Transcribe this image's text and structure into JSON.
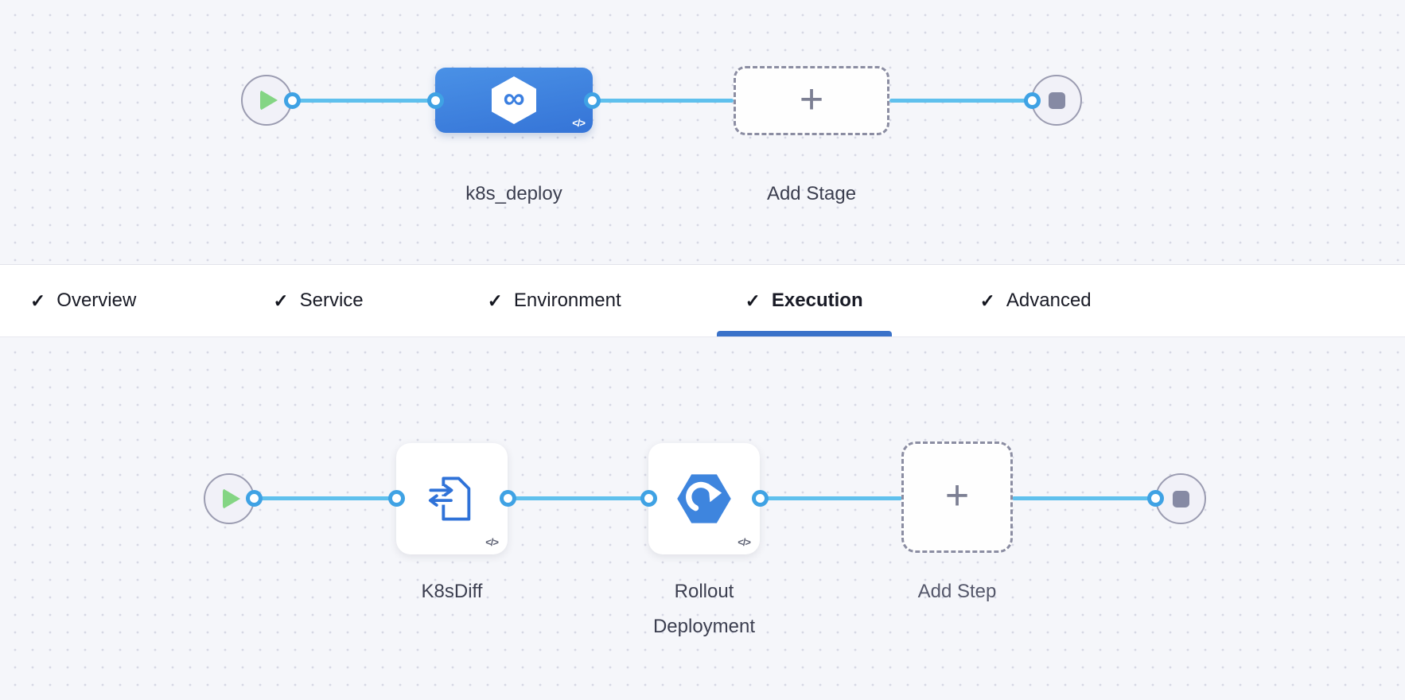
{
  "colors": {
    "stage_blue_top": "#4a91e6",
    "stage_blue_bottom": "#3574d7",
    "edge_blue": "#5fc0ed",
    "connector_ring_blue": "#3fa2e4",
    "tab_underline_blue": "#3a72c9",
    "play_green": "#84d584",
    "stop_gray": "#868aa4",
    "step_icon_blue": "#2f72d8",
    "rollout_hexagon_blue": "#3e85de",
    "canvas_background": "#f5f6fa",
    "label_dark": "#3b3e4f"
  },
  "glyphs": {
    "check": "✓",
    "plus": "+",
    "infinity": "∞",
    "code": "</>"
  },
  "top_pipeline": {
    "stage_label": "k8s_deploy",
    "add_stage_label": "Add Stage"
  },
  "tabs": {
    "items": [
      {
        "label": "Overview",
        "checked": true,
        "active": false
      },
      {
        "label": "Service",
        "checked": true,
        "active": false
      },
      {
        "label": "Environment",
        "checked": true,
        "active": false
      },
      {
        "label": "Execution",
        "checked": true,
        "active": true
      },
      {
        "label": "Advanced",
        "checked": true,
        "active": false
      }
    ]
  },
  "bottom_pipeline": {
    "steps": [
      {
        "label": "K8sDiff",
        "icon": "k8s-diff-icon"
      },
      {
        "label": "Rollout Deployment",
        "icon": "rollout-deployment-icon"
      }
    ],
    "add_step_label": "Add Step"
  }
}
